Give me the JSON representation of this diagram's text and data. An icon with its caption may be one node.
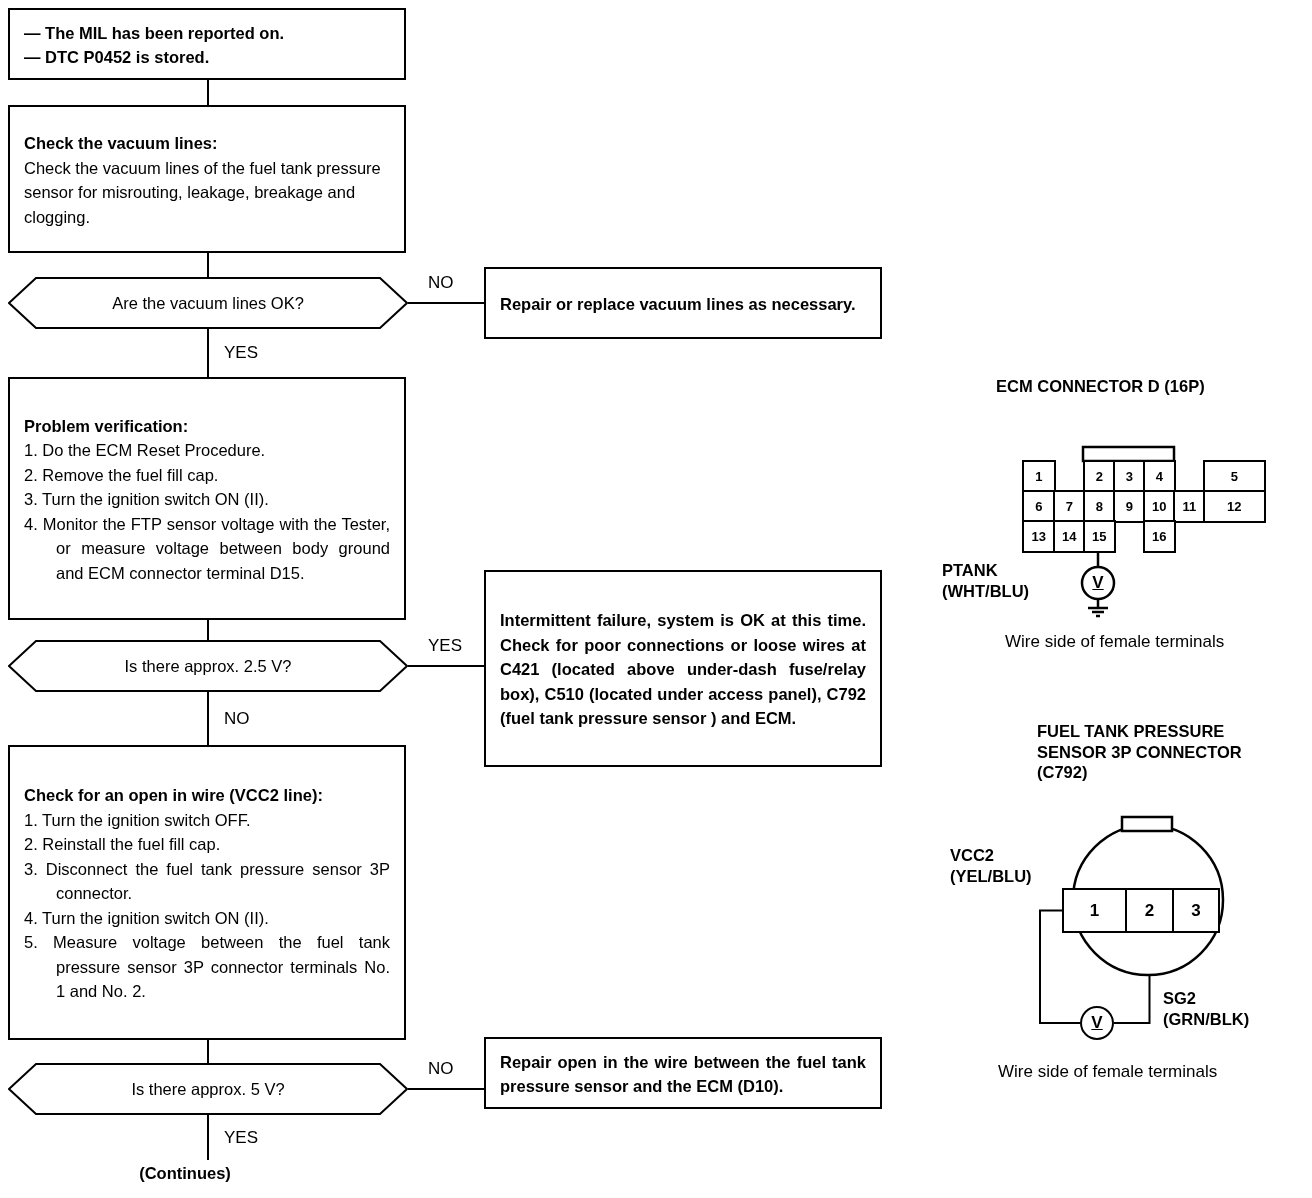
{
  "diagram": {
    "nodes": [
      {
        "text": [
          "— The MIL has been reported on.",
          "— DTC P0452 is stored."
        ]
      },
      {
        "text": [
          "Check the vacuum lines:",
          "Check the vacuum lines of the fuel tank pressure sensor for misrouting, leakage, breakage and clogging."
        ]
      },
      {
        "text": [
          "Are the vacuum lines OK?"
        ]
      },
      {
        "text": [
          "Repair or replace vacuum lines as necessary."
        ]
      },
      {
        "text": [
          "Problem verification:",
          "1. Do the ECM Reset Procedure.",
          "2. Remove the fuel fill cap.",
          "3. Turn the ignition switch ON (II).",
          "4. Monitor the FTP sensor voltage with the Tester, or measure voltage between body ground and ECM connector terminal D15."
        ]
      },
      {
        "text": [
          "Is there approx. 2.5 V?"
        ]
      },
      {
        "text": [
          "Intermittent failure, system is OK at this time. Check for poor connections or loose wires at C421 (located above under-dash fuse/relay box), C510 (located under access panel), C792 (fuel tank pressure sensor ) and ECM."
        ]
      },
      {
        "text": [
          "Check for an open in wire (VCC2 line):",
          "1. Turn the ignition switch OFF.",
          "2. Reinstall the fuel fill cap.",
          "3. Disconnect the fuel tank pressure sensor 3P connector.",
          "4. Turn the ignition switch ON (II).",
          "5. Measure voltage between the fuel tank pressure sensor 3P connector terminals No. 1 and No. 2."
        ]
      },
      {
        "text": [
          "Is there approx. 5 V?"
        ]
      },
      {
        "text": [
          "Repair open in the wire between the fuel tank pressure sensor and the ECM (D10)."
        ]
      },
      {
        "text": [
          "(Continues)"
        ]
      },
      {
        "text": [
          "1"
        ]
      },
      {
        "text": [
          "2"
        ]
      },
      {
        "text": [
          "3"
        ]
      },
      {
        "text": [
          "V"
        ]
      }
    ],
    "edges": [
      {
        "from": 0,
        "to": 1,
        "arrow": "none"
      },
      {
        "from": 1,
        "to": 2,
        "arrow": "none"
      },
      {
        "from": 2,
        "to": 3,
        "arrow": "none",
        "label": "NO"
      },
      {
        "from": 2,
        "to": 4,
        "arrow": "none",
        "label": "YES"
      },
      {
        "from": 4,
        "to": 5,
        "arrow": "none"
      },
      {
        "from": 5,
        "to": 6,
        "arrow": "none",
        "label": "YES"
      },
      {
        "from": 5,
        "to": 7,
        "arrow": "none",
        "label": "NO"
      },
      {
        "from": 7,
        "to": 8,
        "arrow": "none"
      },
      {
        "from": 8,
        "to": 9,
        "arrow": "none",
        "label": "NO"
      },
      {
        "from": 8,
        "to": 10,
        "arrow": "none",
        "label": "YES"
      },
      {
        "from": 11,
        "to": 14,
        "arrow": "none"
      },
      {
        "from": 14,
        "to": 12,
        "arrow": "none"
      }
    ],
    "labels": [
      "ECM CONNECTOR D (16P)",
      "1",
      "2",
      "3",
      "4",
      "5",
      "6",
      "7",
      "8",
      "9",
      "10",
      "11",
      "12",
      "13",
      "14",
      "15",
      "16",
      "PTANK (WHT/BLU)",
      "V",
      "Wire side of female terminals",
      "FUEL TANK PRESSURE SENSOR 3P CONNECTOR (C792)",
      "VCC2 (YEL/BLU)",
      "SG2 (GRN/BLK)",
      "Wire side of female terminals"
    ]
  }
}
